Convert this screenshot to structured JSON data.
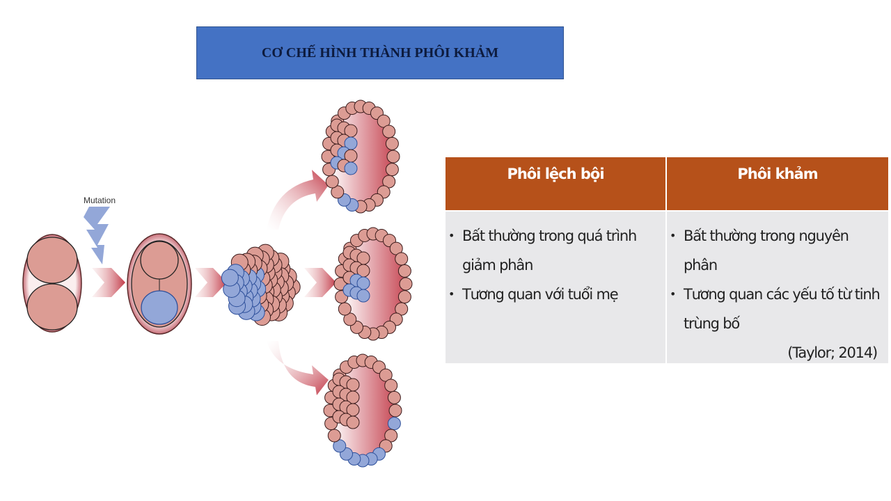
{
  "slide": {
    "title": "CƠ CHẾ HÌNH THÀNH PHÔI KHẢM"
  },
  "diagram": {
    "mutation_label": "Mutation",
    "icons": [
      "lightning-icon",
      "arrow-icon"
    ]
  },
  "table": {
    "headers": [
      "Phôi lệch bội",
      "Phôi khảm"
    ],
    "col1": [
      "Bất thường trong quá trình giảm phân",
      "Tương quan với tuổi mẹ"
    ],
    "col2": [
      "Bất thường trong nguyên phân",
      "Tương quan các yếu tố từ tinh trùng bố"
    ],
    "citation": "(Taylor; 2014)"
  },
  "colors": {
    "title_bg": "#4472c4",
    "header_bg": "#b6511a",
    "body_bg": "#e8e8ea",
    "cell_pink": "#dc9c94",
    "cell_blue": "#93a7d8"
  }
}
